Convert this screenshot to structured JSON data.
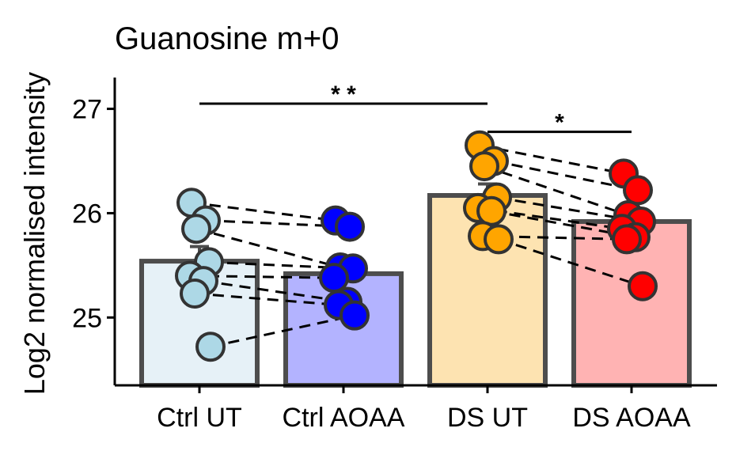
{
  "chart_data": {
    "type": "bar",
    "title": "Guanosine m+0",
    "ylabel": "Log2 normalised intensity",
    "xlabel": "",
    "ylim": [
      24.35,
      27.3
    ],
    "yticks": [
      25,
      26,
      27
    ],
    "categories": [
      "Ctrl UT",
      "Ctrl AOAA",
      "DS UT",
      "DS AOAA"
    ],
    "means": [
      25.54,
      25.42,
      26.17,
      25.92
    ],
    "errors": [
      0.14,
      0.09,
      0.11,
      0.1
    ],
    "bar_fills": [
      "#e6f1f7",
      "#b3b3ff",
      "#fde3b1",
      "#ffb3b3"
    ],
    "point_fills": [
      "#add8e6",
      "#0000ff",
      "#ffa500",
      "#ff0000"
    ],
    "bar_edge": "#4d4d4d",
    "points": [
      [
        26.1,
        25.93,
        25.85,
        25.53,
        25.4,
        25.35,
        25.23,
        24.72
      ],
      [
        25.93,
        25.87,
        25.48,
        25.47,
        25.38,
        25.15,
        25.12,
        25.02
      ],
      [
        26.65,
        26.5,
        26.45,
        26.15,
        26.05,
        26.02,
        25.78,
        25.75
      ],
      [
        26.38,
        26.22,
        25.98,
        25.92,
        25.85,
        25.77,
        25.75,
        25.3
      ]
    ],
    "pairs": [
      [
        [
          26.1,
          25.93
        ],
        [
          25.93,
          25.87
        ],
        [
          25.85,
          25.48
        ],
        [
          25.53,
          25.47
        ],
        [
          25.4,
          25.38
        ],
        [
          25.35,
          25.15
        ],
        [
          25.23,
          25.12
        ],
        [
          24.72,
          25.02
        ]
      ],
      [
        [
          26.65,
          26.38
        ],
        [
          26.5,
          26.22
        ],
        [
          26.45,
          25.98
        ],
        [
          26.15,
          25.92
        ],
        [
          26.05,
          25.85
        ],
        [
          26.02,
          25.77
        ],
        [
          25.78,
          25.75
        ],
        [
          25.75,
          25.3
        ]
      ]
    ],
    "significance": [
      {
        "from": 0,
        "to": 2,
        "y": 27.05,
        "label": "* *"
      },
      {
        "from": 2,
        "to": 3,
        "y": 26.78,
        "label": "*"
      }
    ]
  }
}
